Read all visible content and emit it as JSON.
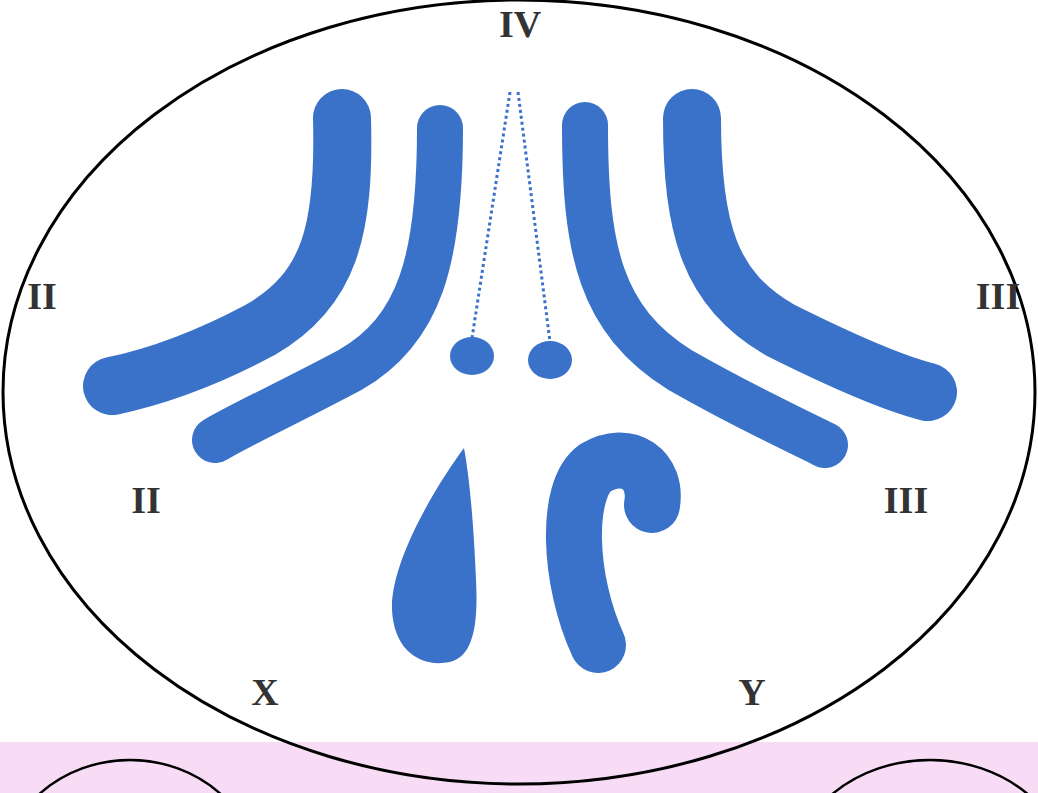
{
  "diagram": {
    "labels": [
      "IV",
      "II",
      "III",
      "II",
      "III",
      "X",
      "Y"
    ]
  }
}
